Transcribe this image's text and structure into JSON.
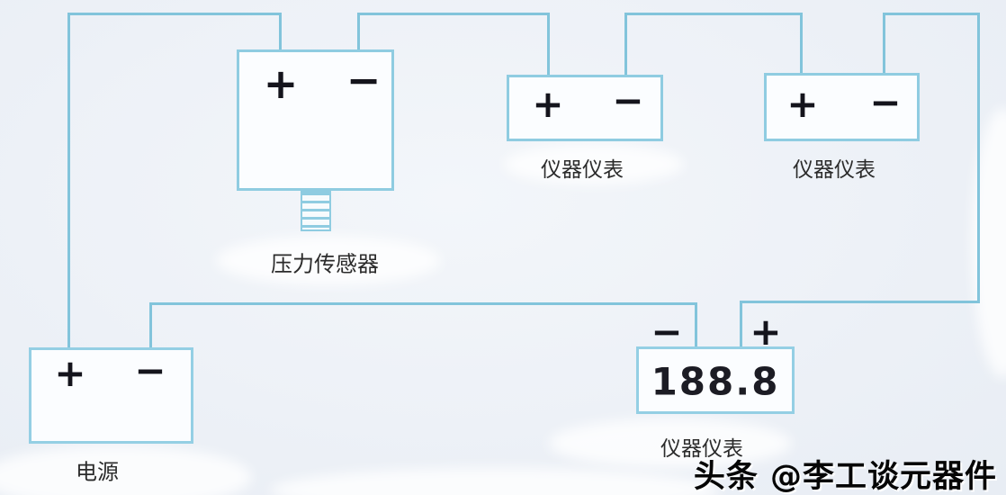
{
  "diagram": {
    "type": "wiring-diagram",
    "colors": {
      "background": "#edf1f7",
      "wire": "#82c4db",
      "box_border": "#8fcce1",
      "symbol": "#14141c",
      "label_text": "#2b2b2b"
    },
    "components": {
      "pressure_sensor": {
        "label": "压力传感器",
        "plus": "+",
        "minus": "−"
      },
      "instrument_1": {
        "label": "仪器仪表",
        "plus": "+",
        "minus": "−"
      },
      "instrument_2": {
        "label": "仪器仪表",
        "plus": "+",
        "minus": "−"
      },
      "power_supply": {
        "label": "电源",
        "plus": "+",
        "minus": "−"
      },
      "meter": {
        "label": "仪器仪表",
        "reading": "188.8",
        "plus": "+",
        "minus": "−"
      }
    },
    "watermark": {
      "text": "头条 @李工谈元器件"
    }
  }
}
